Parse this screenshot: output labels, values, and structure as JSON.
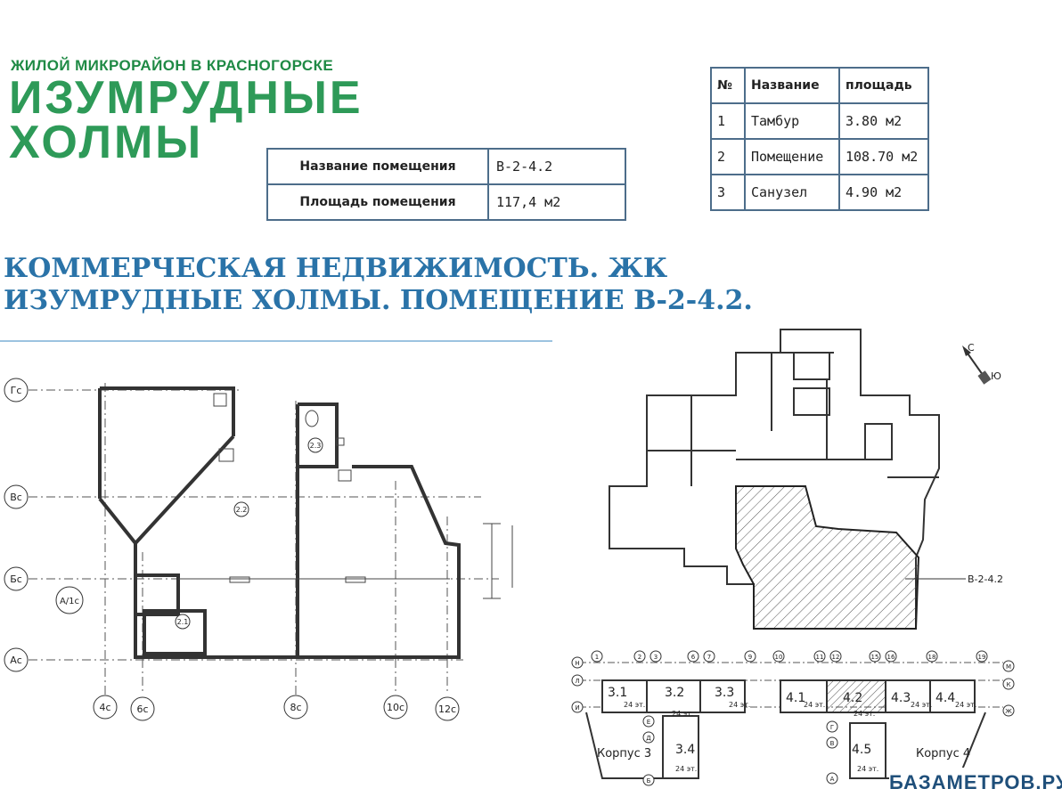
{
  "logo": {
    "subtitle": "ЖИЛОЙ МИКРОРАЙОН В КРАСНОГОРСКЕ",
    "line1": "ИЗУМРУДНЫЕ",
    "line2": "ХОЛМЫ"
  },
  "info_table": {
    "rows": [
      {
        "label": "Название помещения",
        "value": "В-2-4.2"
      },
      {
        "label": "Площадь помещения",
        "value": "117,4 м2"
      }
    ]
  },
  "rooms_table": {
    "headers": [
      "№",
      "Название",
      "площадь"
    ],
    "rows": [
      {
        "num": "1",
        "name": "Тамбур",
        "area": "3.80 м2"
      },
      {
        "num": "2",
        "name": "Помещение",
        "area": "108.70 м2"
      },
      {
        "num": "3",
        "name": "Санузел",
        "area": "4.90 м2"
      }
    ]
  },
  "title": "КОММЕРЧЕСКАЯ НЕДВИЖИМОСТЬ. ЖК ИЗУМРУДНЫЕ ХОЛМЫ. ПОМЕЩЕНИЕ В-2-4.2.",
  "plan": {
    "row_axes": [
      "Гс",
      "Вс",
      "Бс",
      "А/1с",
      "Ас"
    ],
    "col_axes": [
      "4с",
      "6с",
      "8с",
      "10с",
      "12с"
    ],
    "room_labels": [
      "2.2",
      "2.3",
      "2.1"
    ]
  },
  "floor_plan": {
    "unit_label": "В-2-4.2",
    "north": "С",
    "south": "Ю"
  },
  "site_plan": {
    "sections": [
      {
        "id": "3.1",
        "floors": "24 эт."
      },
      {
        "id": "3.2",
        "floors": "24 эт."
      },
      {
        "id": "3.3",
        "floors": "24 эт."
      },
      {
        "id": "3.4",
        "floors": "24 эт."
      },
      {
        "id": "4.1",
        "floors": "24 эт."
      },
      {
        "id": "4.2",
        "floors": "24 эт."
      },
      {
        "id": "4.3",
        "floors": "24 эт."
      },
      {
        "id": "4.4",
        "floors": "24 эт."
      },
      {
        "id": "4.5",
        "floors": "24 эт."
      }
    ],
    "building3": "Корпус 3",
    "building4": "Корпус 4",
    "col_axes": [
      "1",
      "2",
      "3",
      "6",
      "7",
      "9",
      "10",
      "11",
      "12",
      "15",
      "16",
      "18",
      "19"
    ],
    "row_axes_left": [
      "Н",
      "Л",
      "И",
      "Е",
      "Д",
      "Б"
    ],
    "row_axes_right": [
      "М",
      "К",
      "Ж"
    ],
    "row_axes_mid": [
      "Г",
      "В",
      "А"
    ]
  },
  "watermark": "БАЗАМЕТРОВ.РУ",
  "colors": {
    "logo_green": "#2e9a58",
    "title_blue": "#2a73a8",
    "table_border": "#4d6d8a"
  }
}
